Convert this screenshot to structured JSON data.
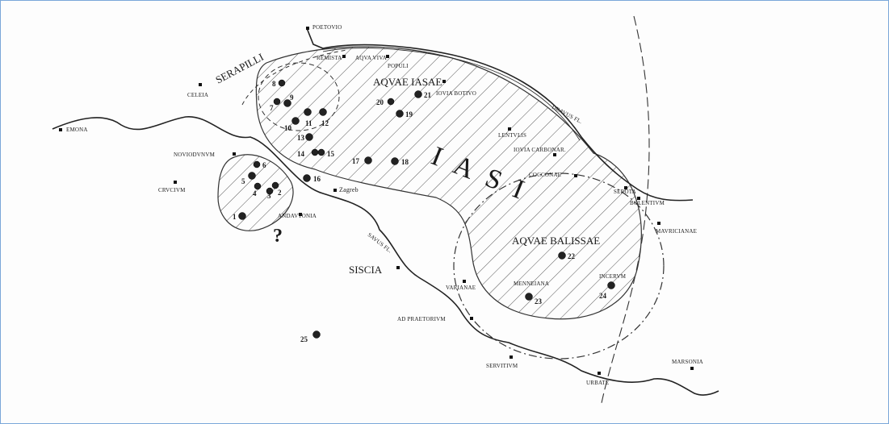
{
  "map": {
    "region_iasi": "IASI",
    "region_serapilli": "SERAPILLI",
    "aquae_iasae": "AQVAE IASAE",
    "aquae_balissae": "AQVAE BALISSAE",
    "siscia": "SISCIA",
    "question_mark": "?",
    "towns": {
      "poetovio": "POETOVIO",
      "remista": "REMISTA",
      "aqua_viva": "AQVA VIVA",
      "populi": "POPULI",
      "iovia_botivo": "IOVIA BOTIVO",
      "celeia": "CELEIA",
      "emona": "EMONA",
      "dravus": "DRAVUS FL.",
      "lentulis": "LENTVLIS",
      "iovia_carbonaria": "IOVIA CARBONAR.",
      "cocconae": "COCCONAE",
      "serota": "SEROTA",
      "bolentium": "BOLENTIVM",
      "mavricianae": "MAVRICIANAE",
      "novioduum": "NOVIODVNVM",
      "crucium": "CRVCIVM",
      "zagreb": "Zagreb",
      "andautonia": "ANDAVTONIA",
      "savus": "SAVUS FL.",
      "varianae": "VARIANAE",
      "menneiana": "MENNEIANA",
      "incerum": "INCERVM",
      "ad_praetorium": "AD PRAETORIVM",
      "servitium": "SERVITIVM",
      "urbate": "URBATE",
      "marsonia": "MARSONIA"
    },
    "sites": {
      "s1": "1",
      "s2": "2",
      "s3": "3",
      "s4": "4",
      "s5": "5",
      "s6": "6",
      "s7": "7",
      "s8": "8",
      "s9": "9",
      "s10": "10",
      "s11": "11",
      "s12": "12",
      "s13": "13",
      "s14": "14",
      "s15": "15",
      "s16": "16",
      "s17": "17",
      "s18": "18",
      "s19": "19",
      "s20": "20",
      "s21": "21",
      "s22": "22",
      "s23": "23",
      "s24": "24",
      "s25": "25"
    }
  }
}
